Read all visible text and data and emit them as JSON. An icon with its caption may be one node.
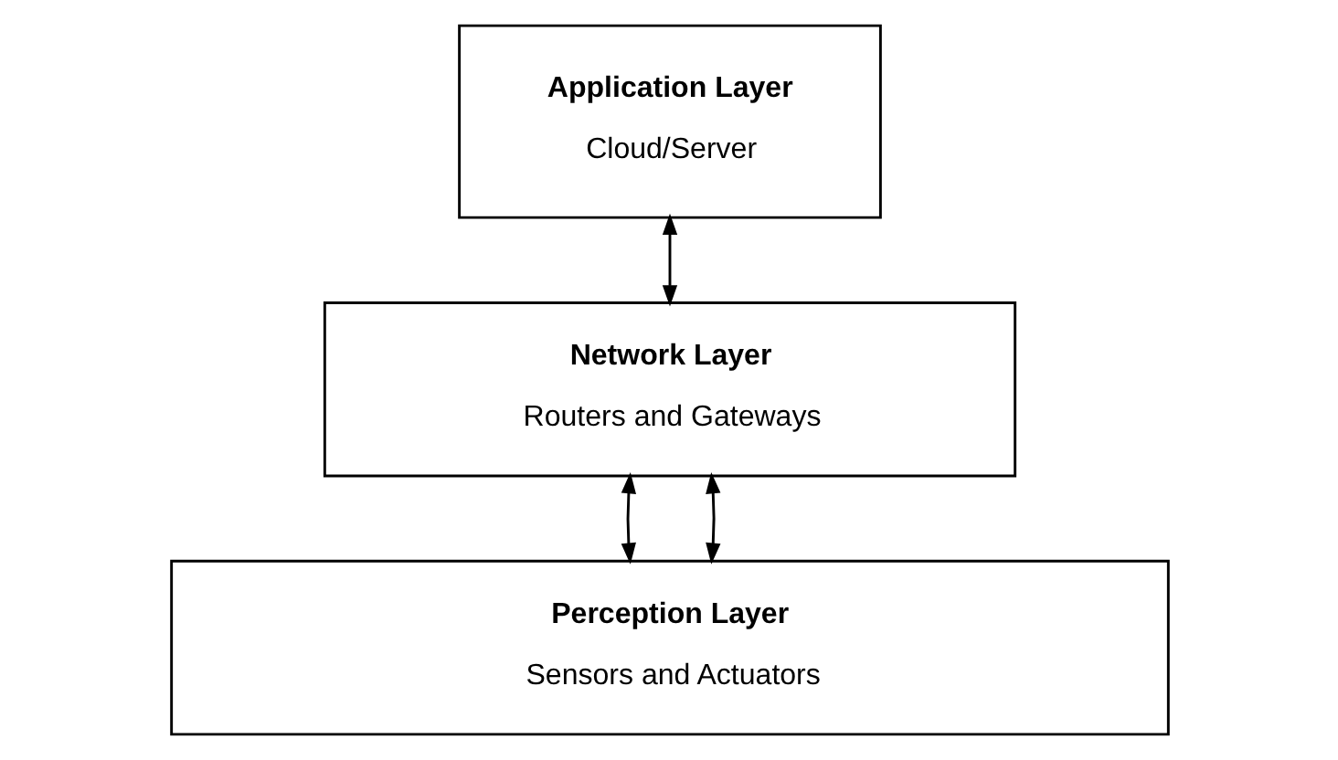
{
  "diagram": {
    "nodes": [
      {
        "text": [
          "Application Layer",
          "Cloud/Server"
        ]
      },
      {
        "text": [
          "Network Layer",
          "Routers and Gateways"
        ]
      },
      {
        "text": [
          "Perception Layer",
          "Sensors and Actuators"
        ]
      }
    ],
    "edges": [
      {
        "from": 0,
        "to": 1,
        "arrow": "both"
      },
      {
        "from": 1,
        "to": 2,
        "arrow": "both"
      },
      {
        "from": 1,
        "to": 2,
        "arrow": "both"
      }
    ]
  }
}
